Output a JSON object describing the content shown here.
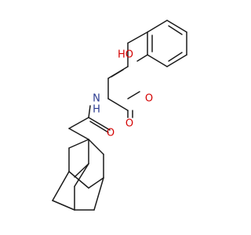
{
  "labels": {
    "hydroxyl": "HO",
    "amide_nh": "N",
    "amide_h": "H",
    "amide_o": "O",
    "ring_o": "O",
    "lactone_o": "O"
  },
  "colors": {
    "bond": "#1a1a1a",
    "oxygen": "#d40000",
    "nitrogen": "#2a3a8f"
  }
}
